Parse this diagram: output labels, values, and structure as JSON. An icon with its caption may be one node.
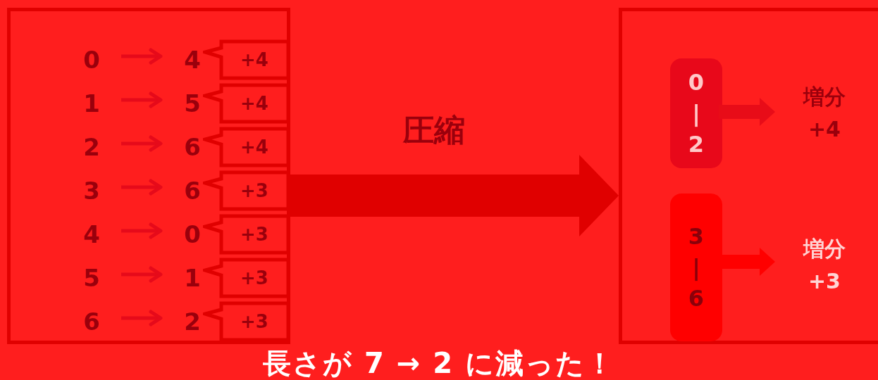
{
  "diagram": {
    "nodes": [
      {
        "text": [],
        "shape": "box"
      },
      {
        "text": [
          "0"
        ],
        "in": 0
      },
      {
        "text": [
          "4"
        ],
        "in": 0
      },
      {
        "text": [
          "+4"
        ],
        "in": 0
      },
      {
        "text": [
          "1"
        ],
        "in": 0
      },
      {
        "text": [
          "5"
        ],
        "in": 0
      },
      {
        "text": [
          "+4"
        ],
        "in": 0
      },
      {
        "text": [
          "2"
        ],
        "in": 0
      },
      {
        "text": [
          "6"
        ],
        "in": 0
      },
      {
        "text": [
          "+4"
        ],
        "in": 0
      },
      {
        "text": [
          "3"
        ],
        "in": 0
      },
      {
        "text": [
          "6"
        ],
        "in": 0
      },
      {
        "text": [
          "+3"
        ],
        "in": 0
      },
      {
        "text": [
          "4"
        ],
        "in": 0
      },
      {
        "text": [
          "0"
        ],
        "in": 0
      },
      {
        "text": [
          "+3"
        ],
        "in": 0
      },
      {
        "text": [
          "5"
        ],
        "in": 0
      },
      {
        "text": [
          "1"
        ],
        "in": 0
      },
      {
        "text": [
          "+3"
        ],
        "in": 0
      },
      {
        "text": [
          "6"
        ],
        "in": 0
      },
      {
        "text": [
          "2"
        ],
        "in": 0
      },
      {
        "text": [
          "+3"
        ],
        "in": 0
      },
      {
        "text": [],
        "shape": "box"
      },
      {
        "text": [
          "0 | 2"
        ],
        "in": 22
      },
      {
        "text": [
          "増分 +4"
        ],
        "in": 22
      },
      {
        "text": [
          "3 | 6"
        ],
        "in": 22
      },
      {
        "text": [
          "増分 +3"
        ],
        "in": 22
      }
    ],
    "edges": [
      {
        "from": 1,
        "to": 2,
        "arrow": "to"
      },
      {
        "from": 4,
        "to": 5,
        "arrow": "to"
      },
      {
        "from": 7,
        "to": 8,
        "arrow": "to"
      },
      {
        "from": 10,
        "to": 11,
        "arrow": "to"
      },
      {
        "from": 13,
        "to": 14,
        "arrow": "to"
      },
      {
        "from": 16,
        "to": 17,
        "arrow": "to"
      },
      {
        "from": 19,
        "to": 20,
        "arrow": "to"
      },
      {
        "from": 0,
        "to": 22,
        "arrow": "to",
        "label": "圧縮",
        "style": "thick",
        "color": "#e00000"
      },
      {
        "from": 23,
        "to": 24,
        "arrow": "to",
        "style": "thick",
        "color": "#e80c18"
      },
      {
        "from": 25,
        "to": 26,
        "arrow": "to",
        "style": "thick",
        "color": "#ff0000"
      }
    ],
    "labels": [
      "長さが 7 → 2 に減った！"
    ]
  }
}
